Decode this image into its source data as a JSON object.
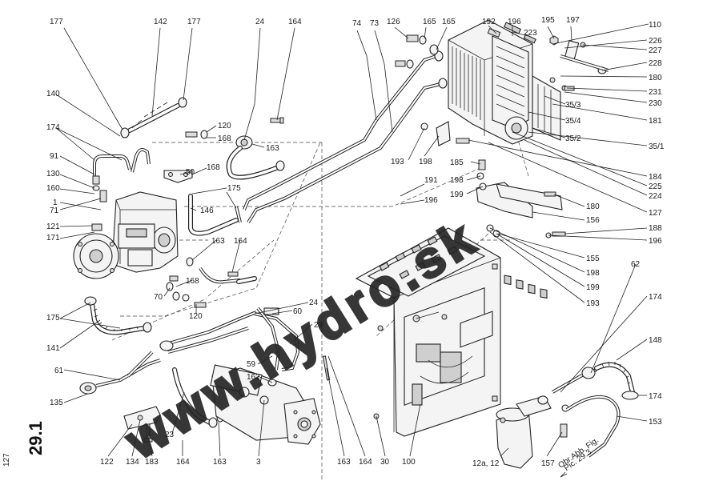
{
  "page": {
    "section_number": "29.1",
    "page_number": "127"
  },
  "watermark": {
    "text": "www.hydro.sk"
  },
  "labels": [
    {
      "id": "l177a",
      "text": "177"
    },
    {
      "id": "l142",
      "text": "142"
    },
    {
      "id": "l177b",
      "text": "177"
    },
    {
      "id": "l24a",
      "text": "24"
    },
    {
      "id": "l164a",
      "text": "164"
    },
    {
      "id": "l74",
      "text": "74"
    },
    {
      "id": "l73",
      "text": "73"
    },
    {
      "id": "l126",
      "text": "126"
    },
    {
      "id": "l165a",
      "text": "165"
    },
    {
      "id": "l165b",
      "text": "165"
    },
    {
      "id": "l192",
      "text": "192"
    },
    {
      "id": "l196a",
      "text": "196"
    },
    {
      "id": "l195",
      "text": "195"
    },
    {
      "id": "l197",
      "text": "197"
    },
    {
      "id": "l110",
      "text": "110"
    },
    {
      "id": "l223",
      "text": "223"
    },
    {
      "id": "l226",
      "text": "226"
    },
    {
      "id": "l227",
      "text": "227"
    },
    {
      "id": "l228",
      "text": "228"
    },
    {
      "id": "l180a",
      "text": "180"
    },
    {
      "id": "l231",
      "text": "231"
    },
    {
      "id": "l230",
      "text": "230"
    },
    {
      "id": "l35_3",
      "text": "35/3"
    },
    {
      "id": "l181",
      "text": "181"
    },
    {
      "id": "l35_4",
      "text": "35/4"
    },
    {
      "id": "l35_2",
      "text": "35/2"
    },
    {
      "id": "l35_1",
      "text": "35/1"
    },
    {
      "id": "l140",
      "text": "140"
    },
    {
      "id": "l120a",
      "text": "120"
    },
    {
      "id": "l168a",
      "text": "168"
    },
    {
      "id": "l163a",
      "text": "163"
    },
    {
      "id": "l174a",
      "text": "174"
    },
    {
      "id": "l91",
      "text": "91"
    },
    {
      "id": "l50",
      "text": "50"
    },
    {
      "id": "l168b",
      "text": "168"
    },
    {
      "id": "l130",
      "text": "130"
    },
    {
      "id": "l160",
      "text": "160"
    },
    {
      "id": "l1",
      "text": "1"
    },
    {
      "id": "l71",
      "text": "71"
    },
    {
      "id": "l121",
      "text": "121"
    },
    {
      "id": "l171",
      "text": "171"
    },
    {
      "id": "l175a",
      "text": "175"
    },
    {
      "id": "l146",
      "text": "146"
    },
    {
      "id": "l193a",
      "text": "193"
    },
    {
      "id": "l198a",
      "text": "198"
    },
    {
      "id": "l185",
      "text": "185"
    },
    {
      "id": "l198b",
      "text": "198"
    },
    {
      "id": "l199a",
      "text": "199"
    },
    {
      "id": "l191",
      "text": "191"
    },
    {
      "id": "l196b",
      "text": "196"
    },
    {
      "id": "l184",
      "text": "184"
    },
    {
      "id": "l225",
      "text": "225"
    },
    {
      "id": "l224",
      "text": "224"
    },
    {
      "id": "l180b",
      "text": "180"
    },
    {
      "id": "l127",
      "text": "127"
    },
    {
      "id": "l156",
      "text": "156"
    },
    {
      "id": "l188",
      "text": "188"
    },
    {
      "id": "l196c",
      "text": "196"
    },
    {
      "id": "l155",
      "text": "155"
    },
    {
      "id": "l198c",
      "text": "198"
    },
    {
      "id": "l199b",
      "text": "199"
    },
    {
      "id": "l193b",
      "text": "193"
    },
    {
      "id": "l163b",
      "text": "163"
    },
    {
      "id": "l164b",
      "text": "164"
    },
    {
      "id": "l168c",
      "text": "168"
    },
    {
      "id": "l70",
      "text": "70"
    },
    {
      "id": "l120b",
      "text": "120"
    },
    {
      "id": "l60",
      "text": "60"
    },
    {
      "id": "l24b",
      "text": "24"
    },
    {
      "id": "l175b",
      "text": "175"
    },
    {
      "id": "l141",
      "text": "141"
    },
    {
      "id": "l23a",
      "text": "23"
    },
    {
      "id": "l59",
      "text": "59"
    },
    {
      "id": "l162",
      "text": "162"
    },
    {
      "id": "l61",
      "text": "61"
    },
    {
      "id": "l135",
      "text": "135"
    },
    {
      "id": "l62",
      "text": "62"
    },
    {
      "id": "l174b",
      "text": "174"
    },
    {
      "id": "l148",
      "text": "148"
    },
    {
      "id": "l174c",
      "text": "174"
    },
    {
      "id": "l153",
      "text": "153"
    },
    {
      "id": "l23b",
      "text": "23"
    },
    {
      "id": "l122",
      "text": "122"
    },
    {
      "id": "l134",
      "text": "134"
    },
    {
      "id": "l183",
      "text": "183"
    },
    {
      "id": "l164c",
      "text": "164"
    },
    {
      "id": "l163c",
      "text": "163"
    },
    {
      "id": "l3",
      "text": "3"
    },
    {
      "id": "l163d",
      "text": "163"
    },
    {
      "id": "l164d",
      "text": "164"
    },
    {
      "id": "l30",
      "text": "30"
    },
    {
      "id": "l100",
      "text": "100"
    },
    {
      "id": "l12a",
      "text": "12a, 12"
    },
    {
      "id": "l157",
      "text": "157"
    }
  ],
  "small_note": {
    "line1": "Obr.Abb. Fig.",
    "line2": "Pic. 29.3"
  }
}
